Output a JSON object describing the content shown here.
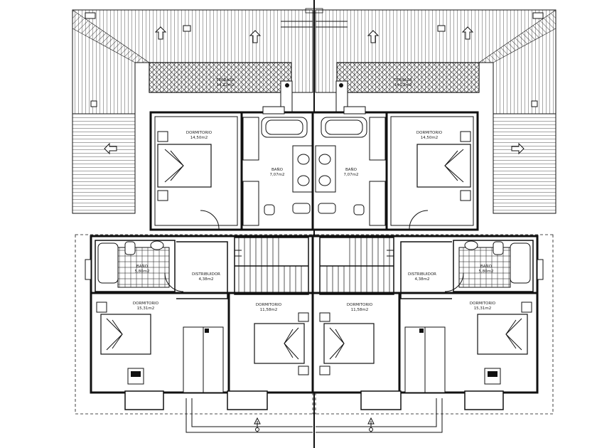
{
  "plan": {
    "left_unit": {
      "top_bedroom": {
        "name": "DORMITORIO",
        "area": "14,50m2"
      },
      "top_bath": {
        "name": "BAÑO",
        "area": "7,07m2"
      },
      "terrace": {
        "name": "TERRAZA",
        "area": "14,22m2"
      },
      "side_bath": {
        "name": "BAÑO",
        "area": "5,80m2"
      },
      "hall": {
        "name": "DISTRIBUIDOR",
        "area": "4,38m2"
      },
      "bedroom_left": {
        "name": "DORMITORIO",
        "area": "15,31m2"
      },
      "bedroom_right": {
        "name": "DORMITORIO",
        "area": "11,58m2"
      }
    },
    "right_unit": {
      "top_bedroom": {
        "name": "DORMITORIO",
        "area": "14,50m2"
      },
      "top_bath": {
        "name": "BAÑO",
        "area": "7,07m2"
      },
      "terrace": {
        "name": "TERRAZA",
        "area": "14,22m2"
      },
      "side_bath": {
        "name": "BAÑO",
        "area": "5,80m2"
      },
      "hall": {
        "name": "DISTRIBUIDOR",
        "area": "4,38m2"
      },
      "bedroom_left": {
        "name": "DORMITORIO",
        "area": "11,58m2"
      },
      "bedroom_right": {
        "name": "DORMITORIO",
        "area": "15,31m2"
      }
    },
    "colors": {
      "line": "#111111",
      "background": "#ffffff"
    }
  }
}
